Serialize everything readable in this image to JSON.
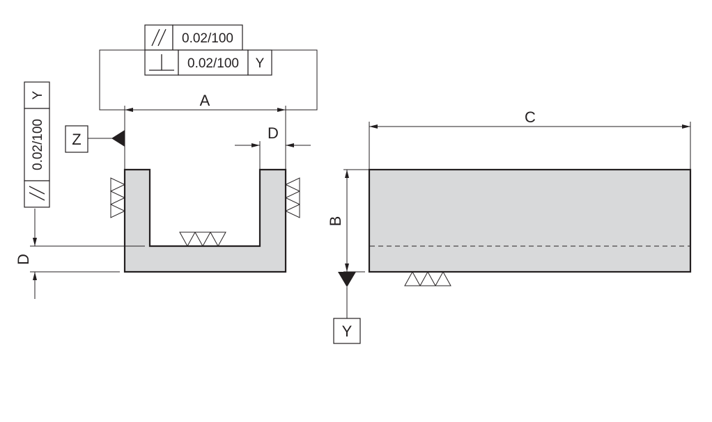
{
  "dimensions": {
    "width_label": "A",
    "height_label": "B",
    "length_label": "C",
    "wall_label": "D",
    "base_label": "D"
  },
  "datums": {
    "z": "Z",
    "y": "Y"
  },
  "tolerance_frames": {
    "top_parallel": {
      "symbol": "//",
      "value": "0.02/100"
    },
    "top_perpendicular": {
      "symbol": "⊥",
      "value": "0.02/100",
      "datum": "Y"
    },
    "left_parallel": {
      "symbol": "//",
      "value": "0.02/100",
      "datum": "Y"
    }
  }
}
